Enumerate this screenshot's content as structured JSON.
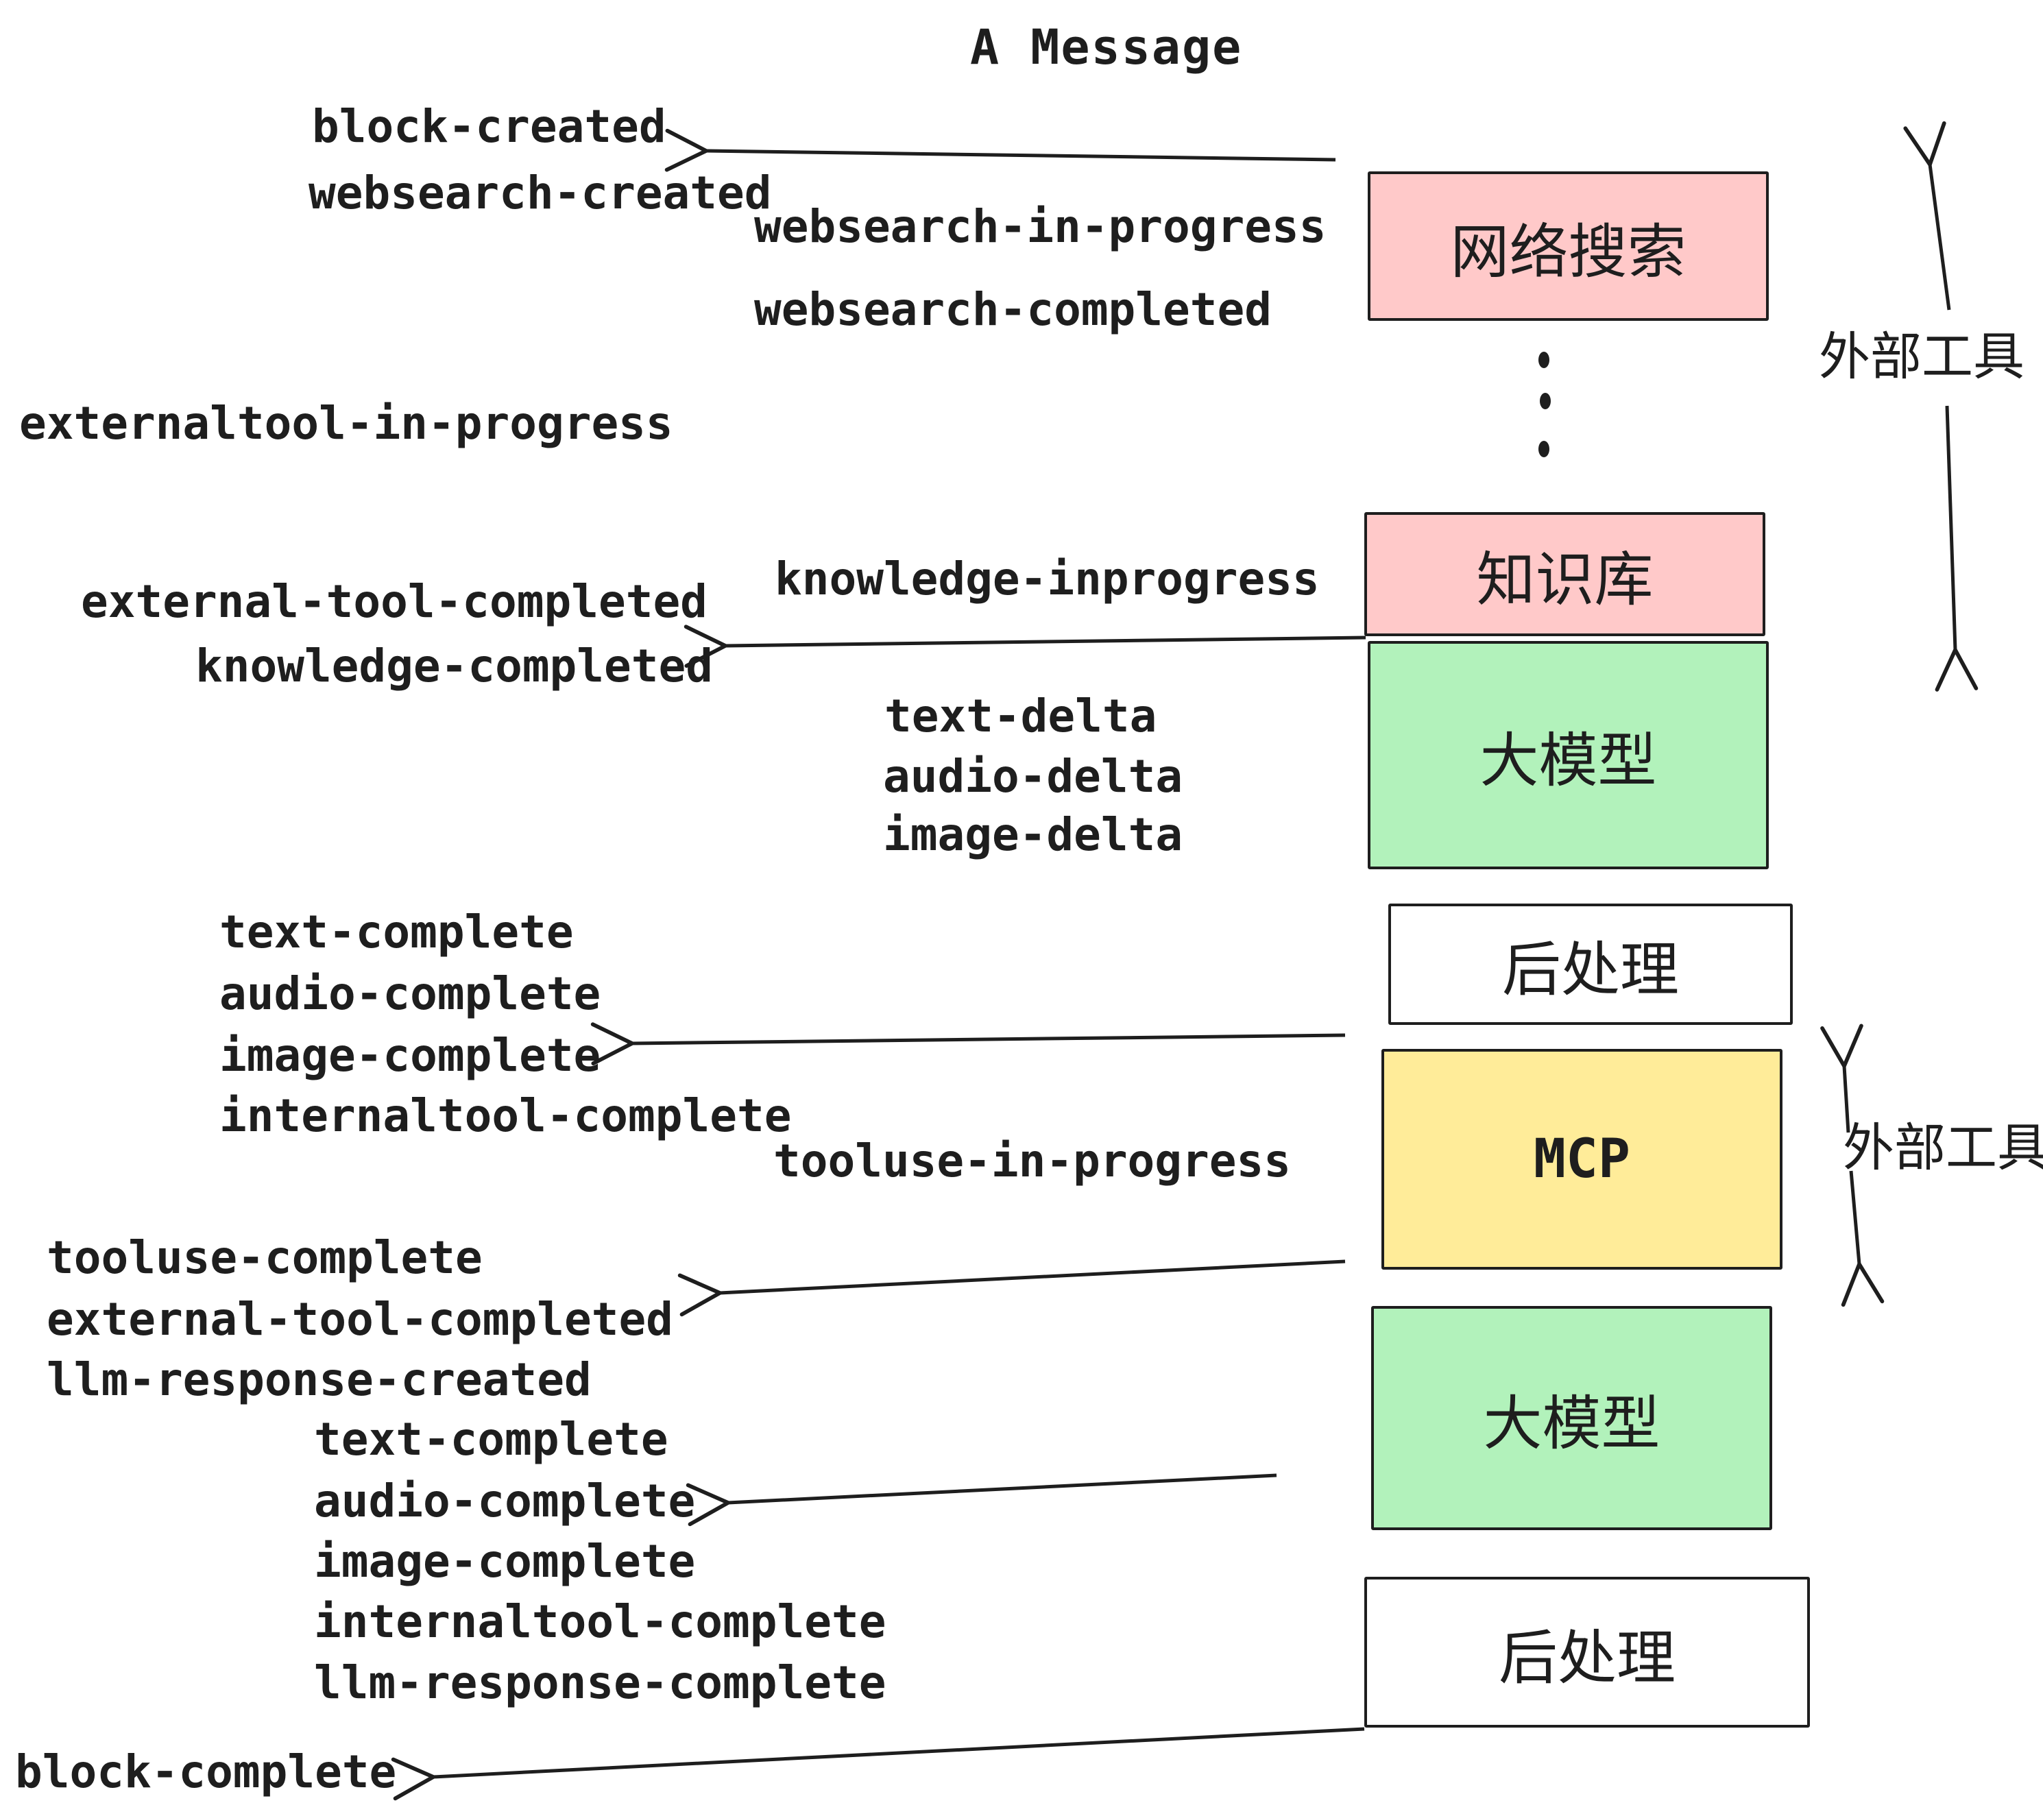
{
  "title": {
    "text": "A Message"
  },
  "colors": {
    "pink": "#ffc9c9",
    "green": "#b2f2bb",
    "yellow": "#ffec99",
    "white": "#ffffff",
    "ink": "#1e1e1e"
  },
  "boxes": {
    "websearch": {
      "label": "网络搜索",
      "color": "pink"
    },
    "knowledge": {
      "label": "知识库",
      "color": "pink"
    },
    "llm1": {
      "label": "大模型",
      "color": "green"
    },
    "post1": {
      "label": "后处理",
      "color": "white"
    },
    "mcp": {
      "label": "MCP",
      "color": "yellow"
    },
    "llm2": {
      "label": "大模型",
      "color": "green"
    },
    "post2": {
      "label": "后处理",
      "color": "white"
    }
  },
  "side_labels": {
    "external_top": "外部工具",
    "external_mcp": "外部工具"
  },
  "events": {
    "block_created": "block-created",
    "websearch_created": "websearch-created",
    "websearch_in_progress": "websearch-in-progress",
    "websearch_completed": "websearch-completed",
    "externaltool_in_progress": "externaltool-in-progress",
    "knowledge_inprogress": "knowledge-inprogress",
    "external_tool_completed_1": "external-tool-completed",
    "knowledge_completed": "knowledge-completed",
    "text_delta_1": "text-delta",
    "audio_delta_1": "audio-delta",
    "image_delta_1": "image-delta",
    "text_complete_1": "text-complete",
    "audio_complete_1": "audio-complete",
    "image_complete_1": "image-complete",
    "internaltool_complete_1": "internaltool-complete",
    "tooluse_in_progress": "tooluse-in-progress",
    "tooluse_complete": "tooluse-complete",
    "external_tool_completed_2": "external-tool-completed",
    "llm_response_created": "llm-response-created",
    "text_complete_2": "text-complete",
    "audio_complete_2": "audio-complete",
    "image_complete_2": "image-complete",
    "internaltool_complete_2": "internaltool-complete",
    "llm_response_complete": "llm-response-complete",
    "block_complete": "block-complete"
  },
  "arrows": [
    {
      "to": "websearch-created",
      "from": "网络搜索 box"
    },
    {
      "to": "knowledge-completed",
      "from": "知识库/大模型 junction"
    },
    {
      "to": "image-complete",
      "from": "后处理/MCP area"
    },
    {
      "to": "external-tool-completed",
      "from": "MCP box"
    },
    {
      "to": "audio-complete",
      "from": "大模型 box"
    },
    {
      "to": "block-complete",
      "from": "后处理 box"
    },
    {
      "between": "网络搜索…知识库",
      "label": "外部工具",
      "type": "up-down"
    },
    {
      "beside": "MCP",
      "label": "外部工具",
      "type": "up-down"
    }
  ]
}
